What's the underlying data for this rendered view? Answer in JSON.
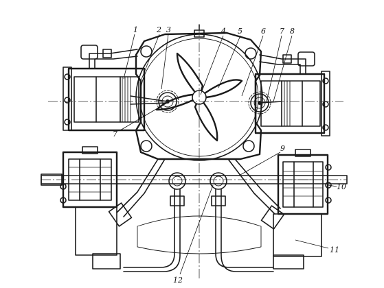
{
  "callouts": [
    {
      "id": "c1",
      "text": "1"
    },
    {
      "id": "c2",
      "text": "2"
    },
    {
      "id": "c3",
      "text": "3"
    },
    {
      "id": "c4",
      "text": "4"
    },
    {
      "id": "c5",
      "text": "5"
    },
    {
      "id": "c6",
      "text": "6"
    },
    {
      "id": "c7a",
      "text": "7"
    },
    {
      "id": "c8",
      "text": "8"
    },
    {
      "id": "c7b",
      "text": "7"
    },
    {
      "id": "c9",
      "text": "9"
    },
    {
      "id": "c10",
      "text": "10"
    },
    {
      "id": "c11",
      "text": "11"
    },
    {
      "id": "c12",
      "text": "12"
    }
  ]
}
